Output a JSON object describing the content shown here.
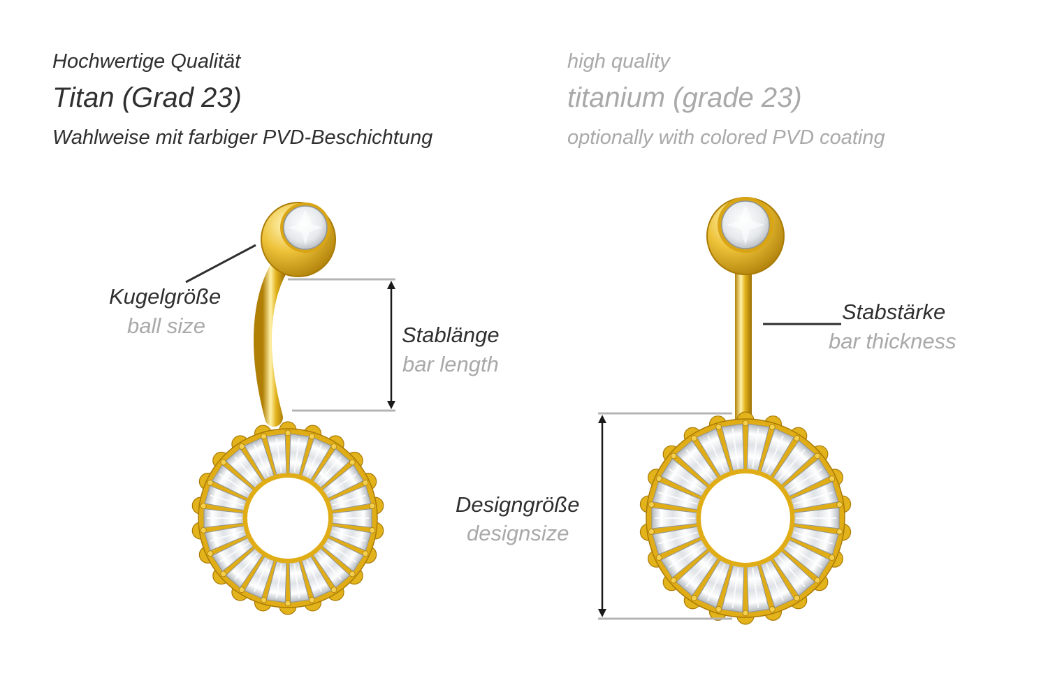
{
  "header": {
    "de": {
      "quality": "Hochwertige Qualität",
      "material": "Titan (Grad 23)",
      "coating": "Wahlweise mit farbiger PVD-Beschichtung"
    },
    "en": {
      "quality": "high quality",
      "material": "titanium (grade 23)",
      "coating": "optionally with colored PVD coating"
    }
  },
  "labels": {
    "ball_size": {
      "de": "Kugelgröße",
      "en": "ball size"
    },
    "bar_length": {
      "de": "Stablänge",
      "en": "bar length"
    },
    "bar_thickness": {
      "de": "Stabstärke",
      "en": "bar thickness"
    },
    "design_size": {
      "de": "Designgröße",
      "en": "designsize"
    }
  },
  "colors": {
    "gold": "#e3b31c",
    "gold_light": "#fff2a8",
    "gold_dark": "#b07f05",
    "stone": "#eef1f4",
    "stone_edge": "#8e9499",
    "pointer": "#2f2f2f",
    "guide": "#b4b4b4"
  }
}
